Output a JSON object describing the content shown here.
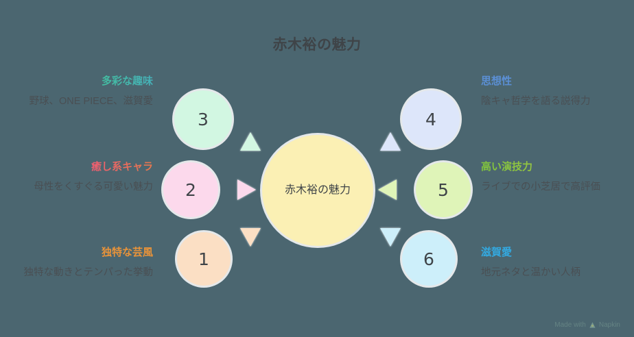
{
  "title": "赤木裕の魅力",
  "hub": {
    "label": "赤木裕の魅力",
    "color": "#fbf0b4"
  },
  "nodes": [
    {
      "number": "1",
      "side": "left",
      "heading": "独特な芸風",
      "description": "独特な動きとテンパった挙動",
      "circle_color": "#fbdfc4",
      "heading_color": "#e8933a",
      "arrow_direction": "down"
    },
    {
      "number": "2",
      "side": "left",
      "heading": "癒し系キャラ",
      "description": "母性をくすぐる可愛い魅力",
      "circle_color": "#fcd9ec",
      "heading_color": "#f0409a",
      "arrow_direction": "right"
    },
    {
      "number": "3",
      "side": "left",
      "heading": "多彩な趣味",
      "description": "野球、ONE PIECE、滋賀愛",
      "circle_color": "#d2f7e2",
      "heading_color": "#3fd27e",
      "arrow_direction": "up"
    },
    {
      "number": "4",
      "side": "right",
      "heading": "思想性",
      "description": "陰キャ哲学を語る説得力",
      "circle_color": "#dde6fa",
      "heading_color": "#5b8fd4",
      "arrow_direction": "up"
    },
    {
      "number": "5",
      "side": "right",
      "heading": "高い演技力",
      "description": "ライブでの小芝居で高評価",
      "circle_color": "#dff4b8",
      "heading_color": "#7fc53c",
      "arrow_direction": "left"
    },
    {
      "number": "6",
      "side": "right",
      "heading": "滋賀愛",
      "description": "地元ネタと温かい人柄",
      "circle_color": "#cdeffa",
      "heading_color": "#33a9e0",
      "arrow_direction": "down"
    }
  ],
  "watermark": {
    "text_before": "Made with",
    "text_after": "Napkin",
    "icon": "napkin-logo-icon"
  },
  "background_color": "#4b6670"
}
